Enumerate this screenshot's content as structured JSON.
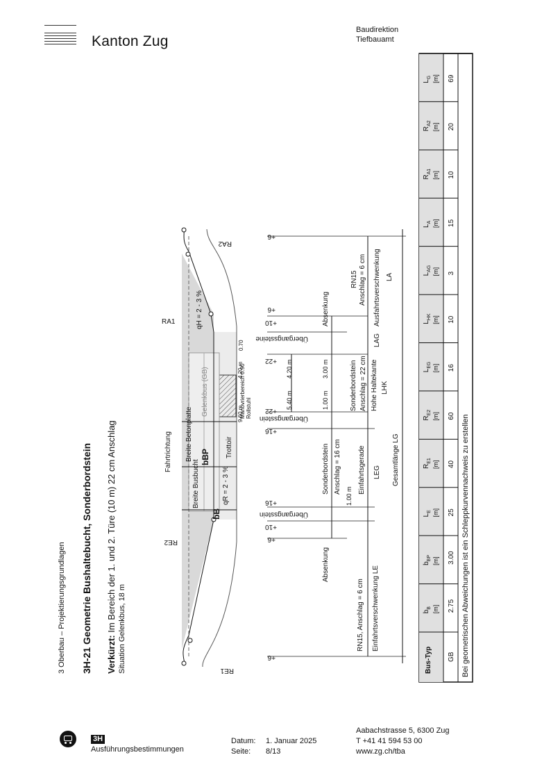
{
  "header": {
    "brand": "Kanton Zug",
    "dept_line1": "Baudirektion",
    "dept_line2": "Tiefbauamt"
  },
  "section": "3 Oberbau – Projektierungsgrundlagen",
  "title": "3H-21 Geometrie Bushaltebucht, Sonderbordstein",
  "subtitle_bold": "Verkürzt:",
  "subtitle_rest": " Im Bereich der 1. und 2. Türe (10 m) 22 cm Anschlag",
  "situation": "Situation Gelenkbus, 18 m",
  "drawing": {
    "fahrtrichtung": "Fahrtrichtung",
    "breite_busbucht": "Breite Busbucht",
    "breite_betonplatte": "Breite Betonplatte",
    "b_b": "bB",
    "b_bp": "bBP",
    "q_r": "qR = 2 - 3 %",
    "q_h": "qH = 2 - 3 %",
    "trottoir": "Trottoir",
    "gelenkbus": "Gelenkbus (GB)",
    "manoevrier": "Manövrierbereich 0.90",
    "rollstuhl": "Rollstuhl",
    "dim_070": "0.70",
    "dim_420": "4.20 m",
    "dim_960": "9.60 m",
    "r_e1": "RE1",
    "r_e2": "RE2",
    "r_a1": "RA1",
    "r_a2": "RA2",
    "plus6": "+6",
    "plus10": "+10",
    "plus16": "+16",
    "plus22": "+22",
    "uebergangsstein": "Übergangsstein",
    "uebergangssteine": "Übergangssteine",
    "absenkung": "Absenkung",
    "rn15_ein": "RN15, Anschlag = 6 cm",
    "einfahrt": "Einfahrtsverschwenkung LE",
    "sonderbordstein16": "Sonderbordstein",
    "anschlag16": "Anschlag = 16 cm",
    "einfahrtsgerade": "Einfahrtsgerade",
    "dim_100a": "1.00 m",
    "l_eg": "LEG",
    "gesamtlaenge": "Gesamtlänge LG",
    "dim_540": "5.40 m",
    "dim_420b": "4.20 m",
    "dim_100b": "1.00 m",
    "dim_300": "3.00 m",
    "sonderbordstein22": "Sonderbordstein",
    "anschlag22": "Anschlag = 22 cm",
    "hohe_haltekante": "Hohe Haltekante",
    "l_hk": "LHK",
    "l_ag": "LAG",
    "rn15_aus": "RN15",
    "anschlag_aus": "Anschlag = 6 cm",
    "ausfahrt": "Ausfahrtsverschwenkung",
    "l_a": "LA"
  },
  "table": {
    "headers": [
      {
        "sym": "Bus-Typ",
        "sub": "",
        "unit": ""
      },
      {
        "sym": "b",
        "sub": "B",
        "unit": "[m]"
      },
      {
        "sym": "b",
        "sub": "BP",
        "unit": "[m]"
      },
      {
        "sym": "L",
        "sub": "E",
        "unit": "[m]"
      },
      {
        "sym": "R",
        "sub": "E1",
        "unit": "[m]"
      },
      {
        "sym": "R",
        "sub": "E2",
        "unit": "[m]"
      },
      {
        "sym": "L",
        "sub": "EG",
        "unit": "[m]"
      },
      {
        "sym": "L",
        "sub": "HK",
        "unit": "[m]"
      },
      {
        "sym": "L",
        "sub": "AG",
        "unit": "[m]"
      },
      {
        "sym": "L",
        "sub": "A",
        "unit": "[m]"
      },
      {
        "sym": "R",
        "sub": "A1",
        "unit": "[m]"
      },
      {
        "sym": "R",
        "sub": "A2",
        "unit": "[m]"
      },
      {
        "sym": "L",
        "sub": "G",
        "unit": "[m]"
      }
    ],
    "row": [
      "GB",
      "2.75",
      "3.00",
      "25",
      "40",
      "60",
      "16",
      "10",
      "3",
      "15",
      "10",
      "20",
      "69"
    ],
    "note": "Bei geometrischen Abweichungen ist ein Schleppkurvennachweis zu erstellen"
  },
  "footer": {
    "badge": "3H",
    "doc": "Ausführungsbestimmungen",
    "datum_label": "Datum:",
    "datum_value": "1. Januar 2025",
    "seite_label": "Seite:",
    "seite_value": "8/13",
    "addr": "Aabachstrasse 5, 6300 Zug",
    "tel": "T +41 41 594 53 00",
    "web": "www.zg.ch/tba"
  }
}
